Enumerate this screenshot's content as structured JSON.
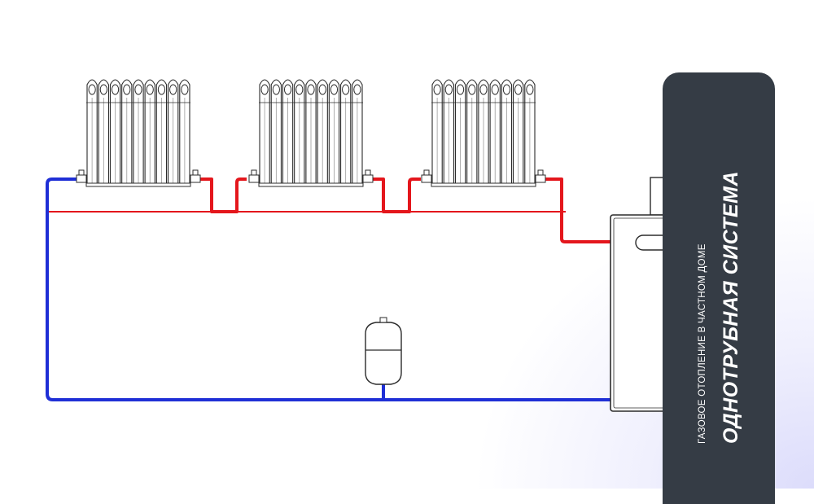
{
  "title": "ОДНОТРУБНАЯ СИСТЕМА",
  "subtitle": "ГАЗОВОЕ ОТОПЛЕНИЕ В ЧАСТНОМ ДОМЕ",
  "colors": {
    "supply_pipe": "#e4161c",
    "return_pipe": "#1f2fd6",
    "panel": "#353c45",
    "outline": "#2b2b2b"
  },
  "icons": [
    "radiator-icon",
    "boiler-icon",
    "expansion-tank-icon",
    "valve-icon"
  ],
  "radiator_sections": 9
}
